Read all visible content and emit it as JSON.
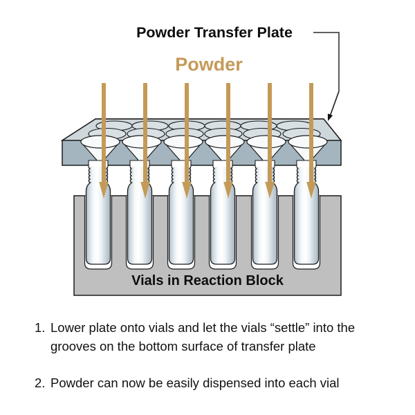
{
  "diagram": {
    "title": "Powder Transfer Plate",
    "powder_label": "Powder",
    "block_label": "Vials in Reaction Block",
    "vial_count": 6,
    "arrow_count": 6,
    "plate_hole_rows": 3,
    "plate_holes_per_row": 6,
    "colors": {
      "powder_accent": "#c49a58",
      "plate_top": "#cdd7dc",
      "plate_front": "#a4b5bf",
      "plate_hole_fill": "#d8e0e4",
      "funnel_white": "#f7f9fa",
      "block_gray": "#bfbfbf",
      "vial_edge": "#a9b8c2",
      "leader_line": "#4a4a4a",
      "outline": "#1b1b1b"
    }
  },
  "instructions": {
    "items": [
      {
        "number": "1.",
        "lines": [
          "Lower plate onto vials and let the vials “settle” into the",
          "grooves on the bottom surface of transfer plate"
        ]
      },
      {
        "number": "2.",
        "lines": [
          "Powder can now be easily dispensed into each vial",
          ""
        ]
      }
    ]
  }
}
